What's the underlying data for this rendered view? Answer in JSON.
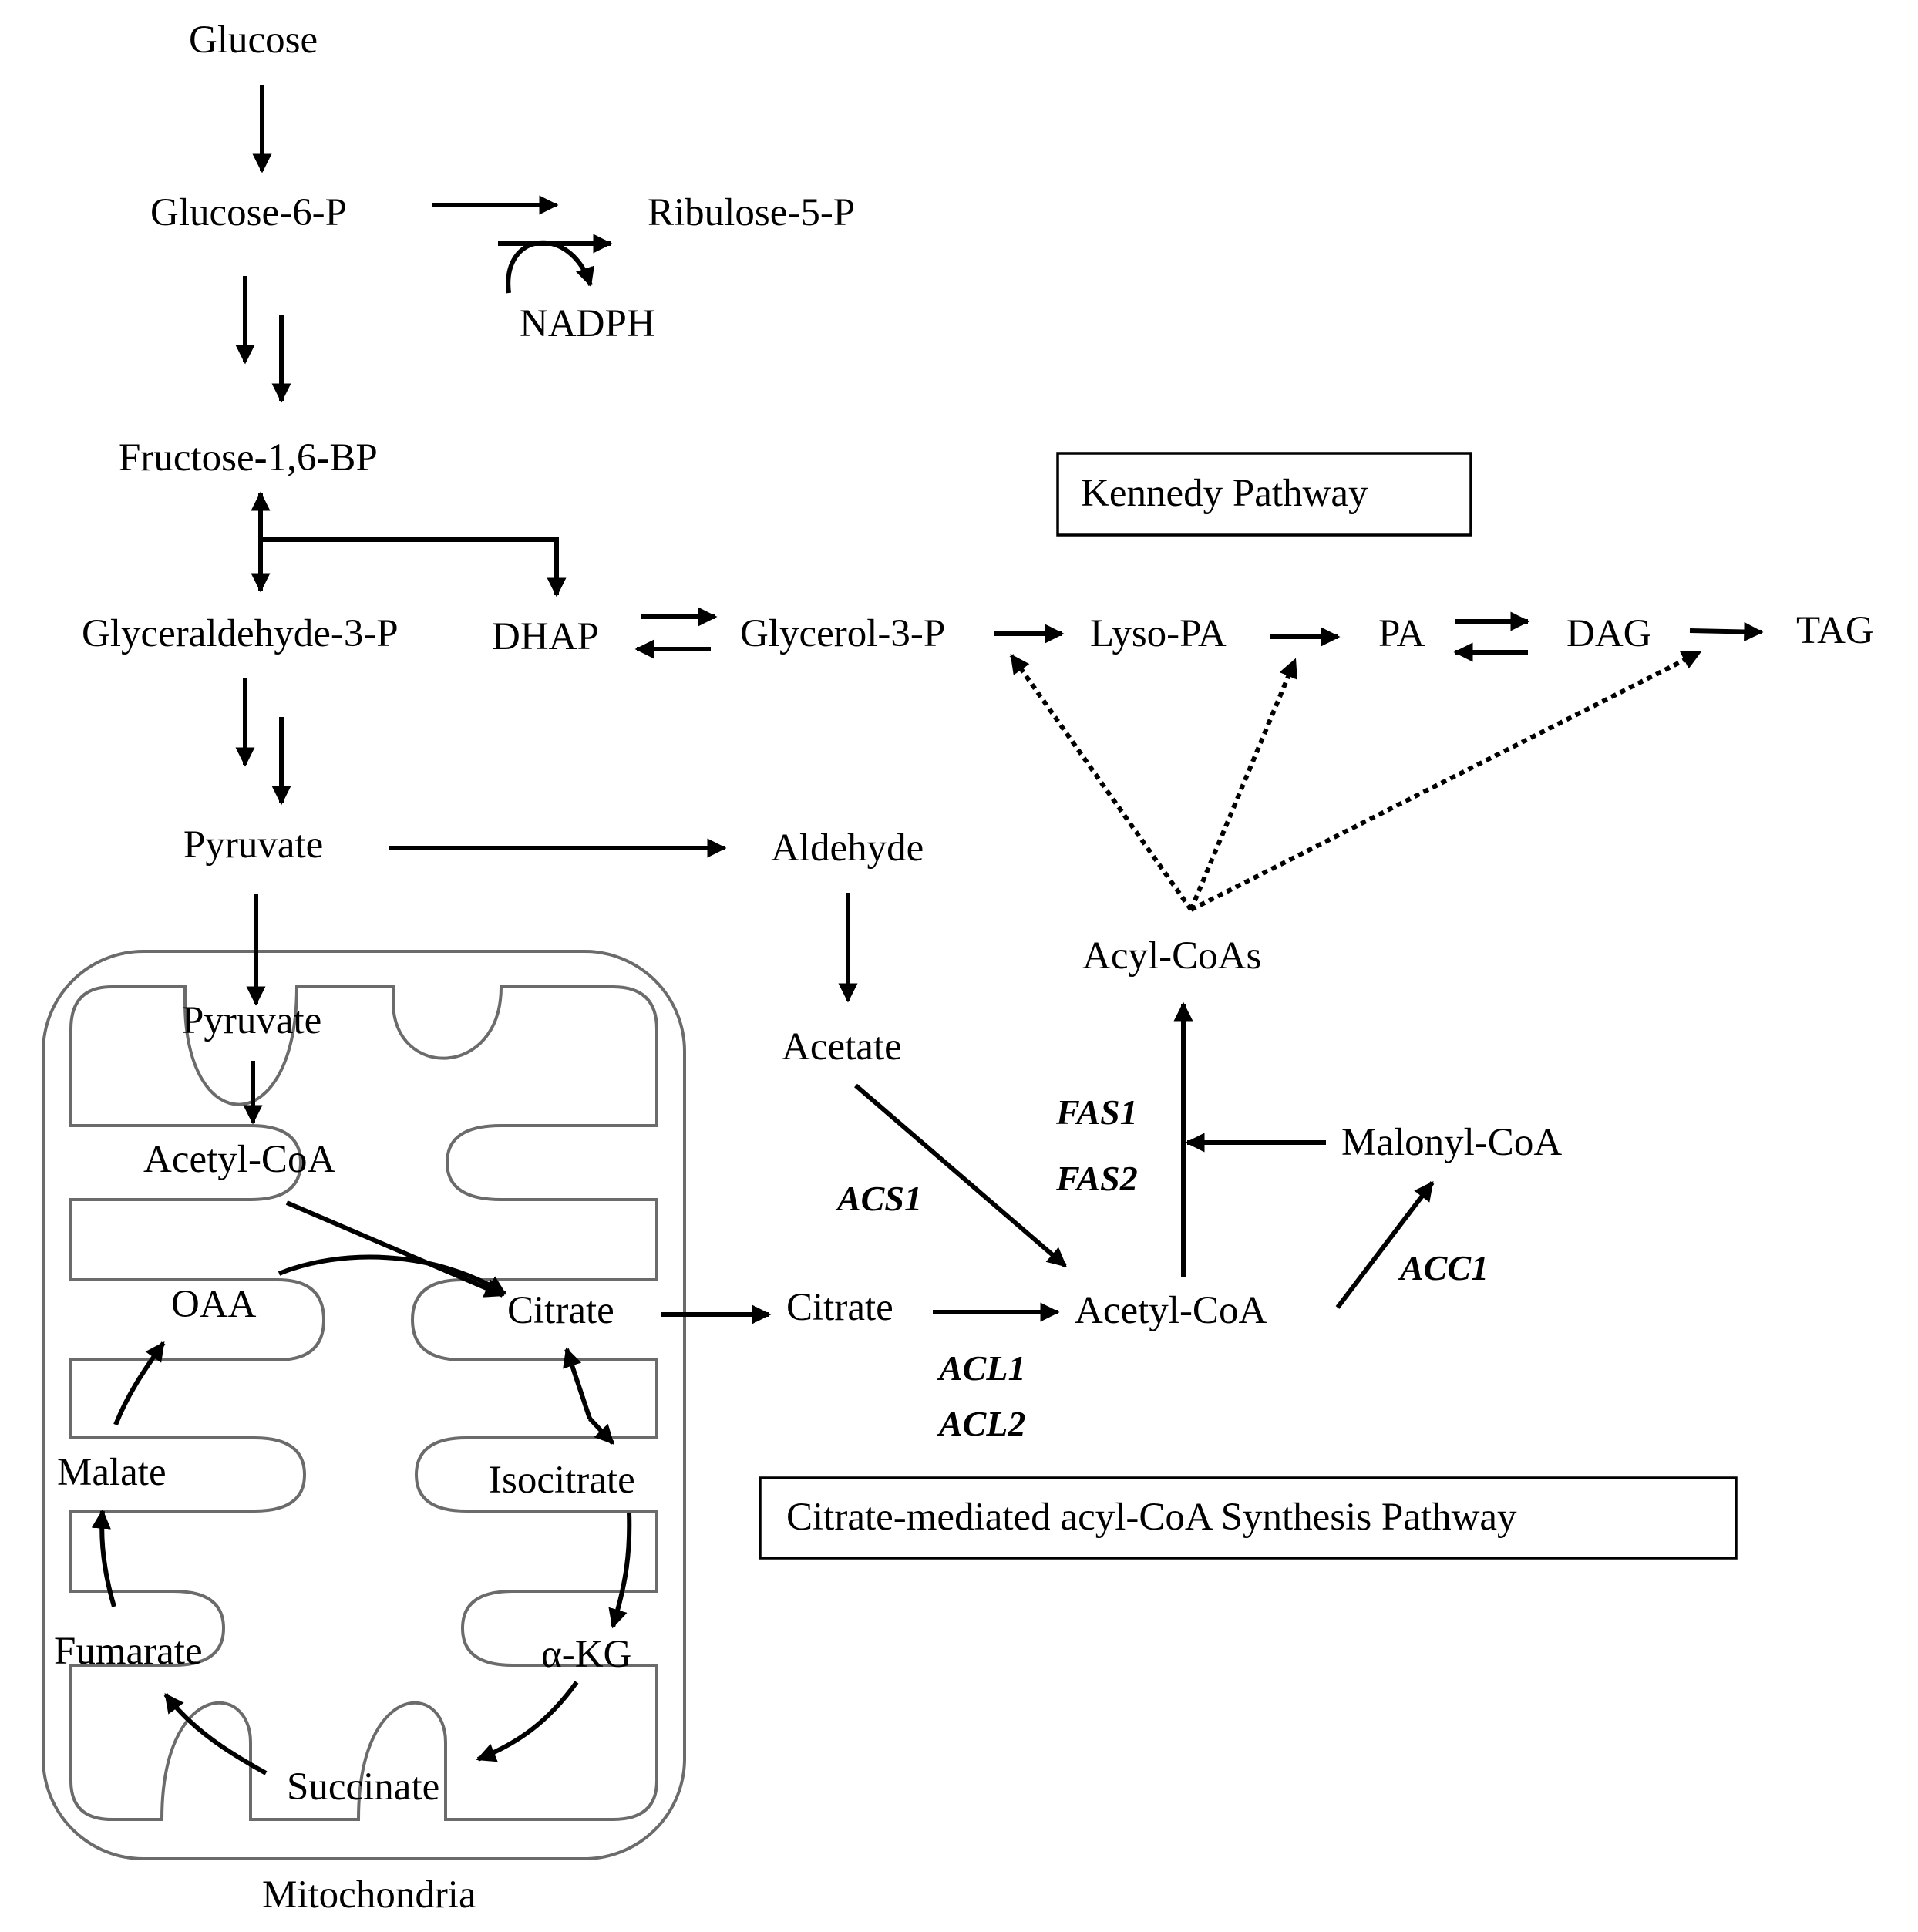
{
  "metabolites": {
    "glucose": "Glucose",
    "glucose6p": "Glucose-6-P",
    "ribulose5p": "Ribulose-5-P",
    "nadph": "NADPH",
    "fructose16bp": "Fructose-1,6-BP",
    "glyceraldehyde3p": "Glyceraldehyde-3-P",
    "dhap": "DHAP",
    "glycerol3p": "Glycerol-3-P",
    "lysopa": "Lyso-PA",
    "pa": "PA",
    "dag": "DAG",
    "tag": "TAG",
    "pyruvate": "Pyruvate",
    "aldehyde": "Aldehyde",
    "acetate": "Acetate",
    "acylcoas": "Acyl-CoAs",
    "malonylcoa": "Malonyl-CoA",
    "citrate_cyto": "Citrate",
    "acetylcoa_cyto": "Acetyl-CoA"
  },
  "mitochondria": {
    "label": "Mitochondria",
    "pyruvate": "Pyruvate",
    "acetylcoa": "Acetyl-CoA",
    "oaa": "OAA",
    "citrate": "Citrate",
    "isocitrate": "Isocitrate",
    "akg": "α-KG",
    "succinate": "Succinate",
    "fumarate": "Fumarate",
    "malate": "Malate"
  },
  "enzymes": {
    "acs1": "ACS1",
    "acl1": "ACL1",
    "acl2": "ACL2",
    "fas1": "FAS1",
    "fas2": "FAS2",
    "acc1": "ACC1"
  },
  "boxes": {
    "kennedy": "Kennedy Pathway",
    "citrate_pathway": "Citrate-mediated acyl-CoA Synthesis Pathway"
  }
}
